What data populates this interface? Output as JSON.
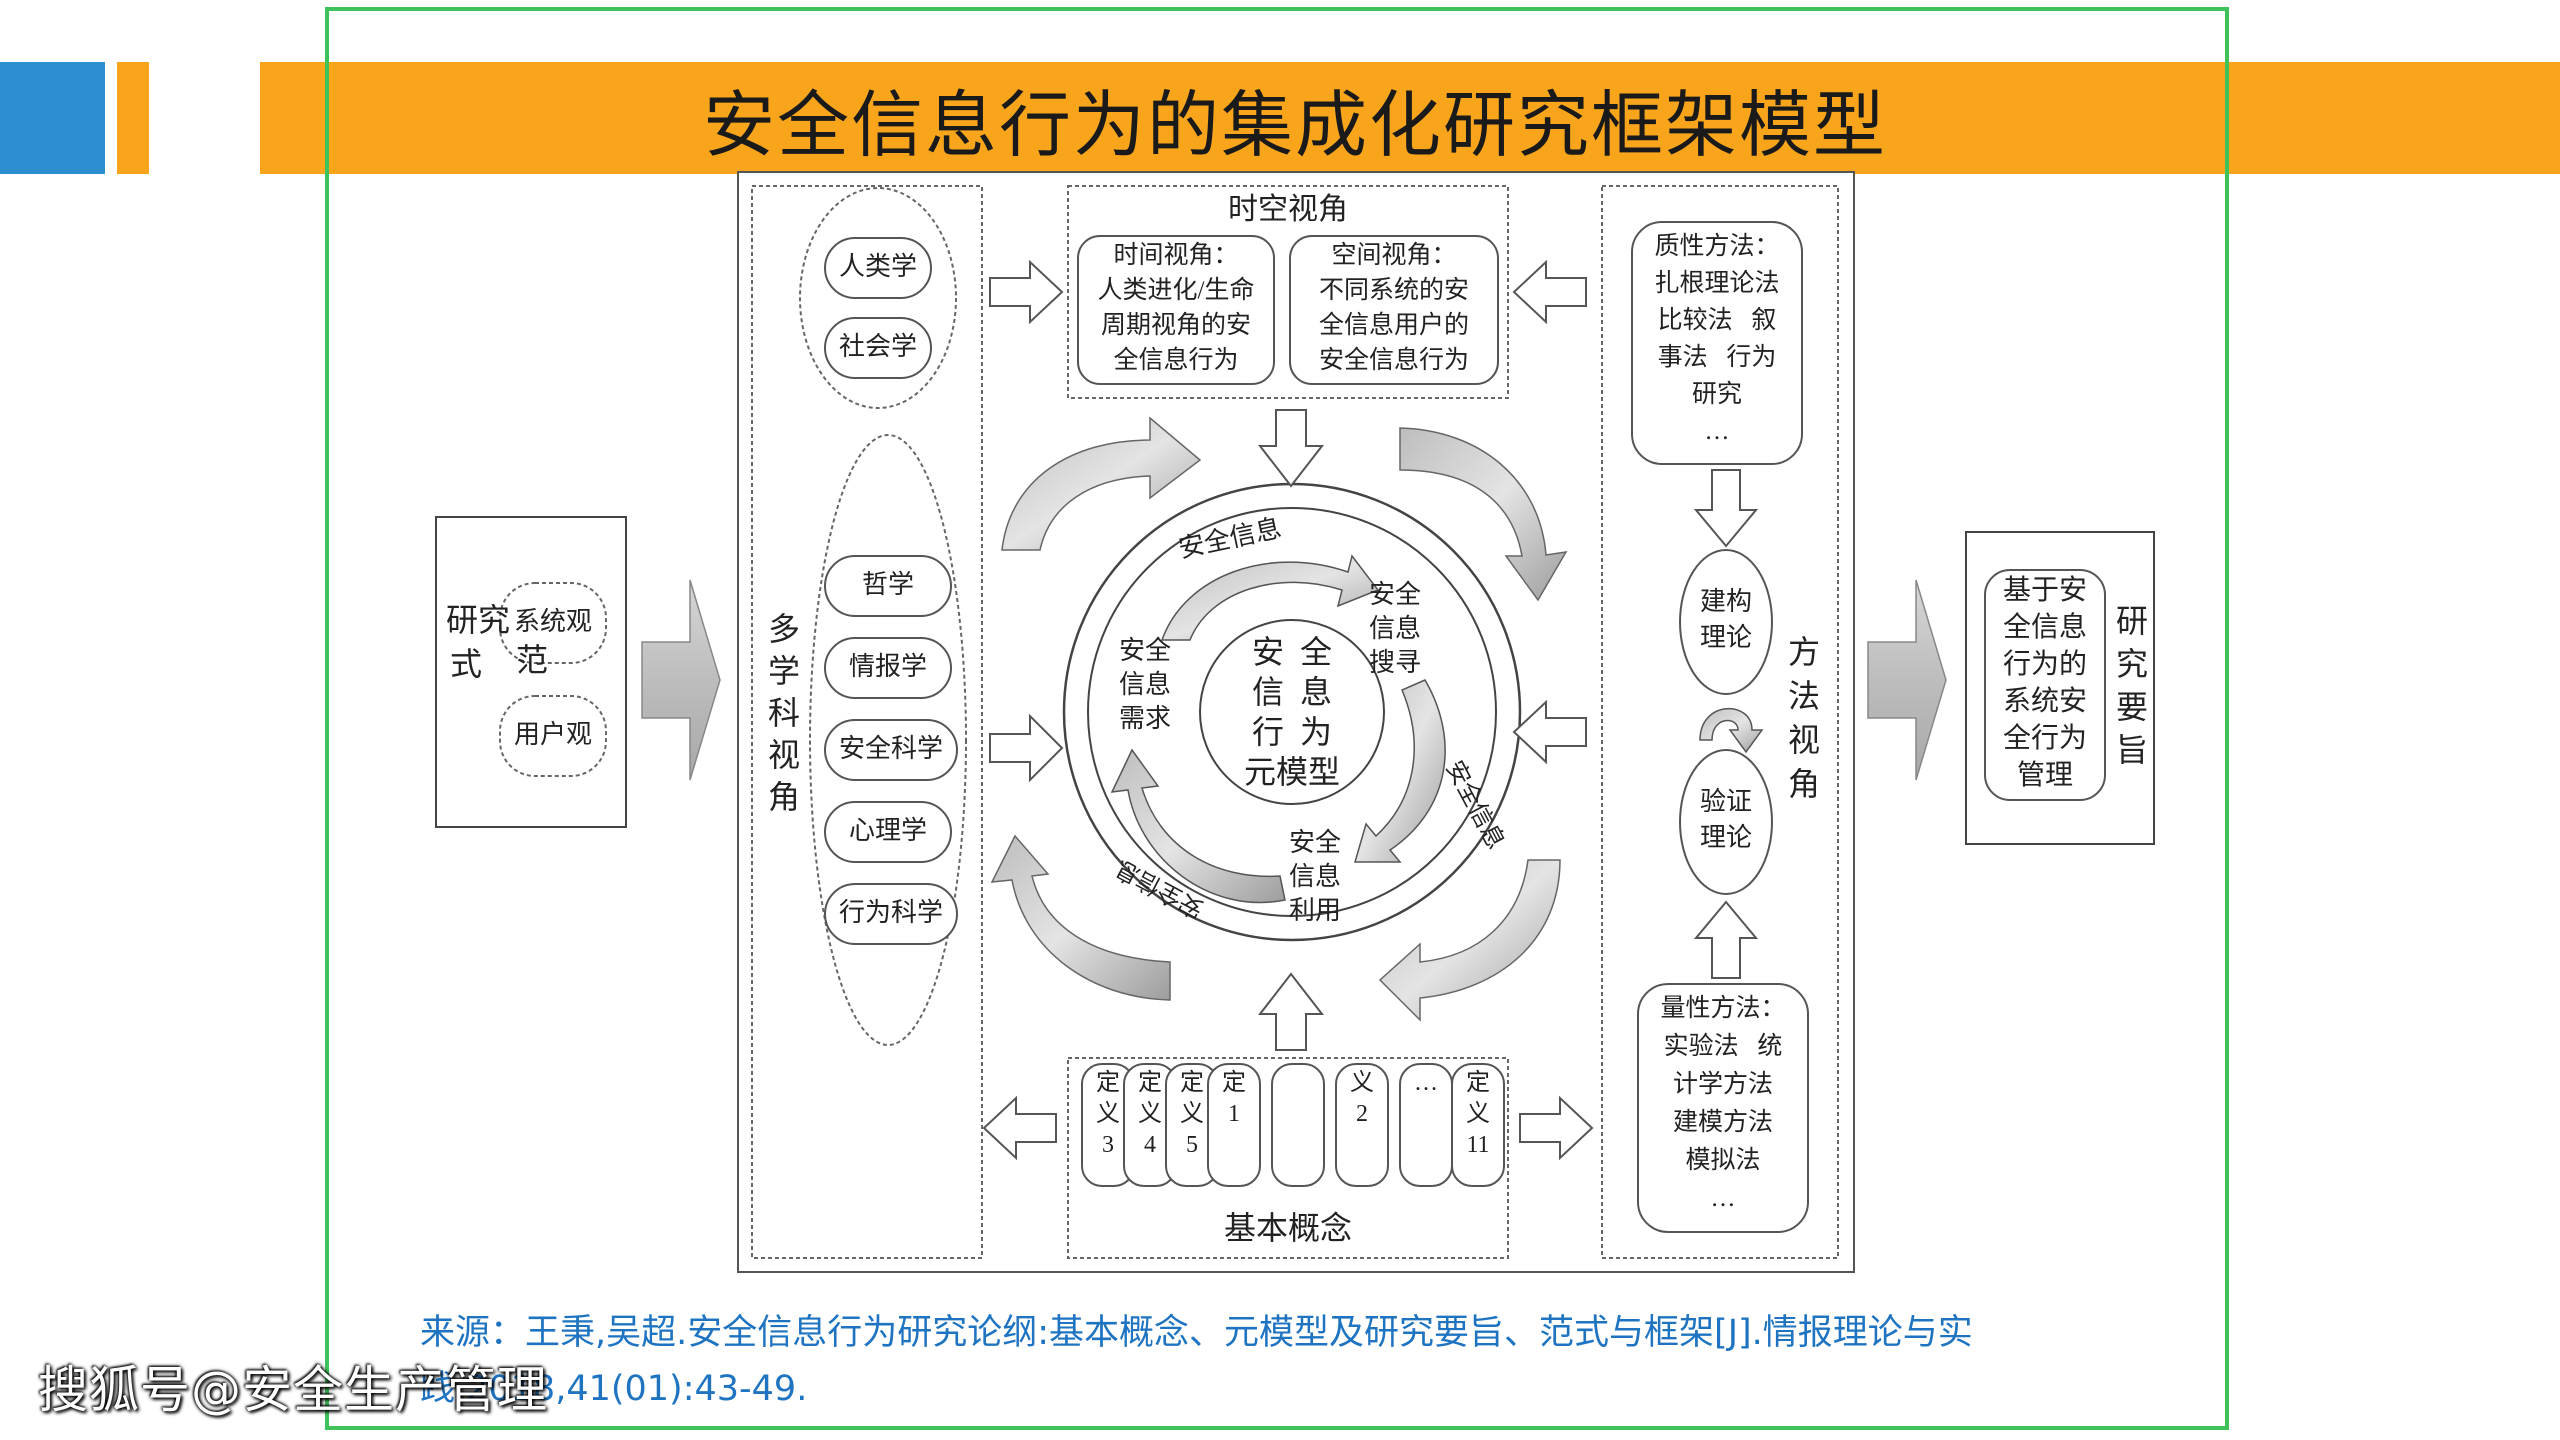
{
  "slide": {
    "title": "安全信息行为的集成化研究框架模型",
    "source_line1": "来源：王秉,吴超.安全信息行为研究论纲:基本概念、元模型及研究要旨、范式与框架[J].情报理论与实",
    "source_line2": "践,2018,41(01):43-49.",
    "watermark": "搜狐号@安全生产管理",
    "colors": {
      "title_bar": "#f8a51c",
      "blue_block": "#2d8fd0",
      "frame": "#3ec25a",
      "source_text": "#1f74c2"
    }
  },
  "diagram": {
    "paradigm": {
      "label_left": "研究\n式",
      "label_overlay": "范",
      "items": [
        "系统观",
        "用户观"
      ]
    },
    "multidiscipline": {
      "label": "多\n学\n科\n视\n角",
      "top_items": [
        "人类学",
        "社会学"
      ],
      "items": [
        "哲学",
        "情报学",
        "安全科学",
        "心理学",
        "行为科学"
      ]
    },
    "spacetime": {
      "label": "时空视角",
      "time": "时间视角：\n人类进化/生命\n周期视角的安\n全信息行为",
      "space": "空间视角：\n不同系统的安\n全信息用户的\n安全信息行为"
    },
    "core": {
      "center": "安  全\n信  息\n行  为\n元模型",
      "arc_top": "安全信息",
      "search": "安全\n信息\n搜寻",
      "need": "安全\n信息\n需求",
      "use": "安全\n信息\n利用",
      "arc_right": "安全信息",
      "arc_left": "安全信息"
    },
    "concepts": {
      "label": "基本概念",
      "items": [
        {
          "top": "定",
          "mid": "义",
          "num": "3"
        },
        {
          "top": "定",
          "mid": "义",
          "num": "4"
        },
        {
          "top": "定",
          "mid": "义",
          "num": "5"
        },
        {
          "top": "定",
          "mid": "1",
          "num": ""
        },
        {
          "top": "义",
          "mid": "2",
          "num": ""
        },
        {
          "top": "",
          "mid": "…",
          "num": ""
        },
        {
          "top": "定",
          "mid": "义",
          "num": "11"
        }
      ]
    },
    "methods": {
      "label": "方\n法\n视\n角",
      "qualitative": "质性方法：\n扎根理论法\n比较法   叙\n事法   行为\n研究\n…",
      "construct": "建构\n理论",
      "verify": "验证\n理论",
      "quantitative": "量性方法：\n实验法   统\n计学方法\n建模方法\n模拟法\n…"
    },
    "purpose": {
      "text": "基于安\n全信息\n行为的\n系统安\n全行为\n管理",
      "label": "研\n究\n要\n旨"
    }
  }
}
